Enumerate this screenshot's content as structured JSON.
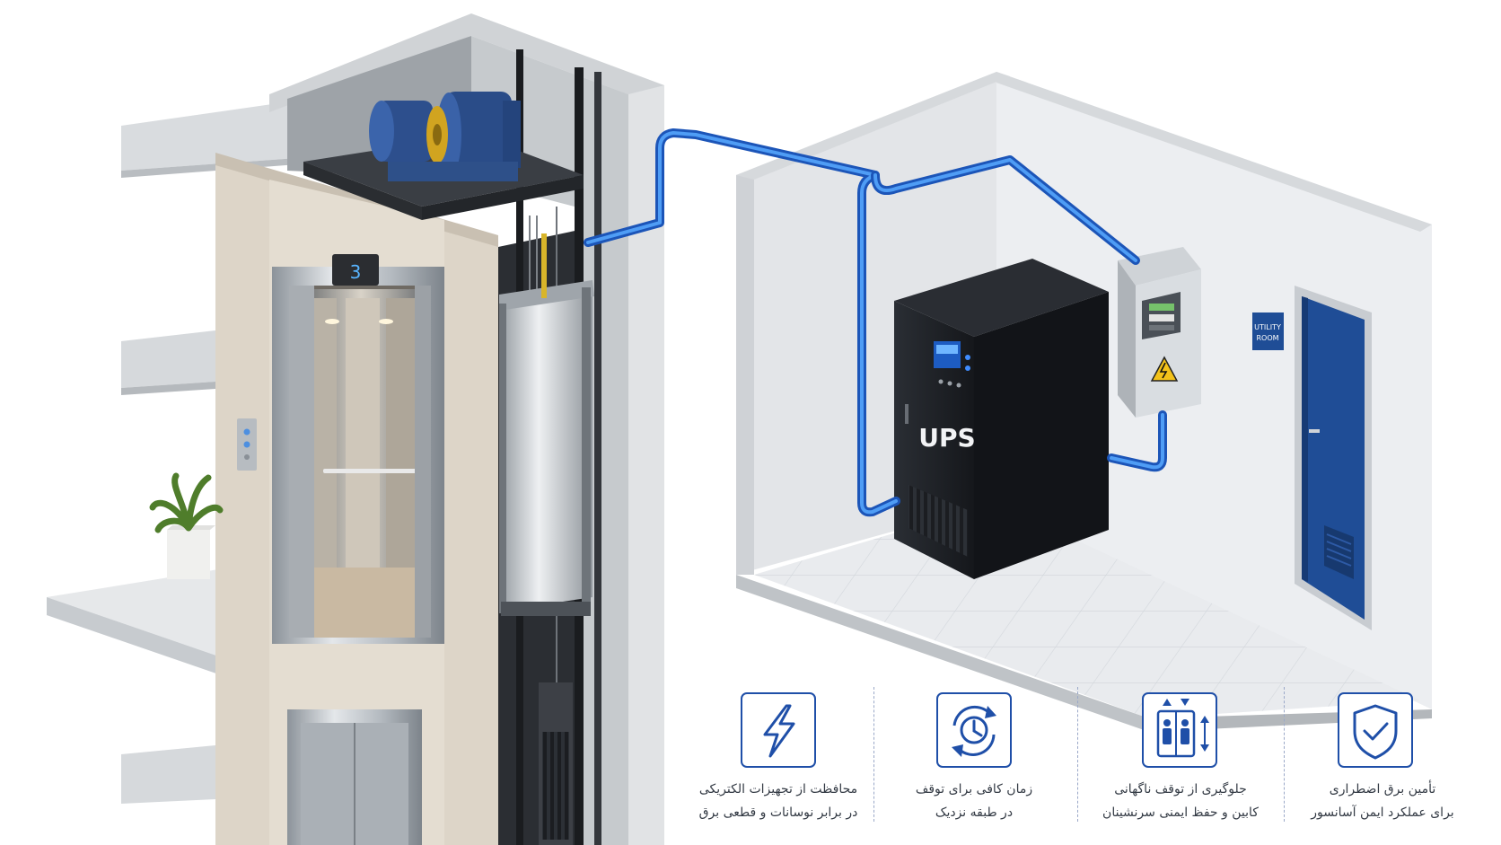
{
  "elevator": {
    "floor_display": "3"
  },
  "utility_room": {
    "ups_label": "UPS",
    "door_sign_line1": "UTILITY",
    "door_sign_line2": "ROOM"
  },
  "colors": {
    "accent_blue": "#1f4fa8",
    "cable_blue": "#2f7fe8",
    "ups_body": "#1e2126",
    "door_blue": "#1f4d96",
    "warning_yellow": "#f3c21a"
  },
  "features": [
    {
      "icon": "lightning-icon",
      "line1": "محافظت از تجهیزات الکتریکی",
      "line2": "در برابر نوسانات و قطعی برق"
    },
    {
      "icon": "clock-cycle-icon",
      "line1": "زمان کافی برای توقف",
      "line2": "در طبقه نزدیک"
    },
    {
      "icon": "elevator-passengers-icon",
      "line1": "جلوگیری از توقف ناگهانی",
      "line2": "کابین و حفظ ایمنی سرنشینان"
    },
    {
      "icon": "shield-check-icon",
      "line1": "تأمین برق اضطراری",
      "line2": "برای عملکرد ایمن آسانسور"
    }
  ]
}
